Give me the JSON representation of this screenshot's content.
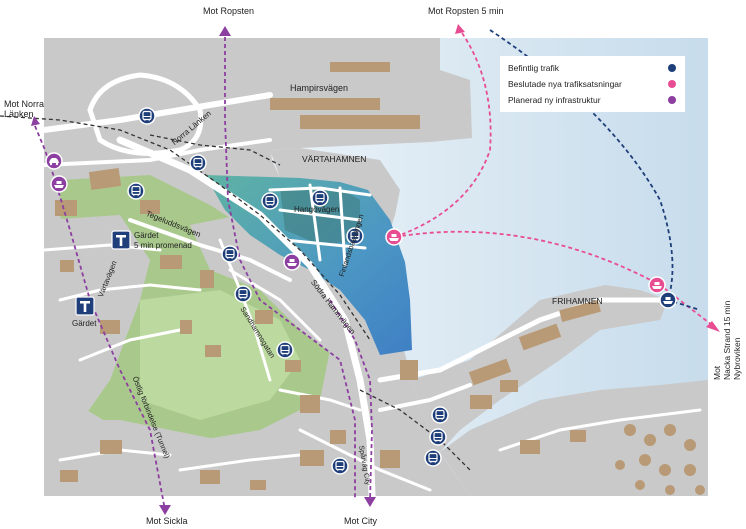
{
  "labels": {
    "mot_ropsten": "Mot  Ropsten",
    "mot_ropsten5": "Mot  Ropsten 5 min",
    "mot_norra_lanken": "Mot Norra\nLänken",
    "mot_norra_line1": "Mot Norra",
    "mot_norra_line2": "Länken",
    "mot_sickla": "Mot Sickla",
    "mot_city": "Mot  City",
    "mot_nacka_line1": "Mot",
    "mot_nacka_line2": "Nacka Strand 15 min",
    "mot_nacka_line3": "Nybroviken"
  },
  "places": {
    "hampirsvagen": "Hampirsvägen",
    "vartahamnen": "VÄRTAHAMNEN",
    "frihamnen": "FRIHAMNEN",
    "norra_lanken": "Norra Länken",
    "hangovagen": "Hangövägen",
    "tegeluddsvagen": "Tegeluddsvägen",
    "finlandsbassangen": "Finlandsbassängen",
    "sodra_hamnvagen": "Södra Hamnvägen",
    "sandhamnsgatan": "Sandhamnsgatan",
    "vartavagen": "Värtavägen",
    "ostlig_forbindelse": "Östlig förbindelse (Tunnel)",
    "gardet": "Gärdet",
    "gardet_5min_line1": "Gärdet",
    "gardet_5min_line2": "5 min promenad",
    "spar_city": "Spårväg City"
  },
  "legend": {
    "items": [
      {
        "label": "Befintlig trafik",
        "color": "#1f3f7a"
      },
      {
        "label": "Beslutade nya trafiksatsningar",
        "color": "#e84d93"
      },
      {
        "label": "Planerad ny infrastruktur",
        "color": "#8c3fa0"
      }
    ]
  },
  "colors": {
    "water": "#dbe8f2",
    "water_deep": "#cfe1ee",
    "land": "#c9c9c9",
    "road": "#ffffff",
    "building": "#b99a76",
    "green": "#a9c98c",
    "park_light": "#b9d59c",
    "dev_teal": "#5aa6a0",
    "dev_blue": "#4b8fc8",
    "existing": "#1f3f7a",
    "decided": "#e84d93",
    "planned": "#8c3fa0"
  },
  "icons": {
    "bus": "bus-icon",
    "ferry": "ferry-icon",
    "car": "car-icon",
    "metro": "metro-t-icon"
  }
}
